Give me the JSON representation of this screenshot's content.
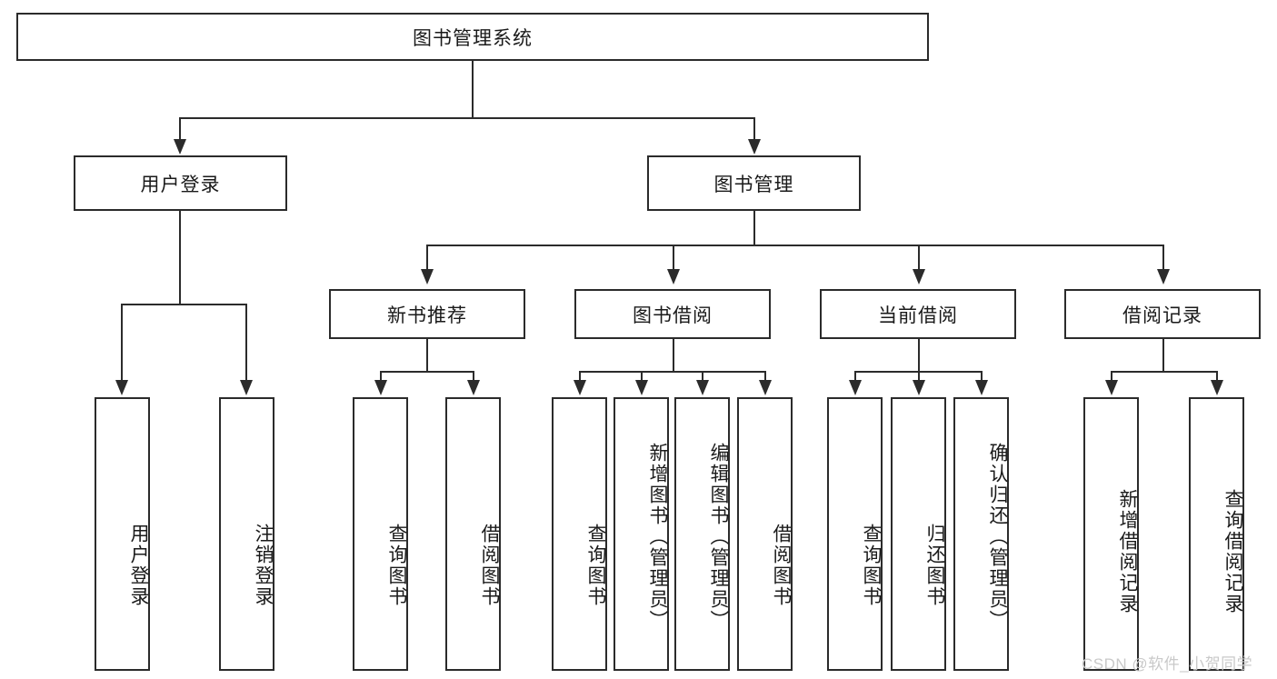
{
  "diagram": {
    "title": "图书管理系统",
    "type": "functional-structure-tree",
    "root": {
      "id": "root",
      "label": "图书管理系统"
    },
    "level2": [
      {
        "id": "user-login",
        "label": "用户登录"
      },
      {
        "id": "book-management",
        "label": "图书管理"
      }
    ],
    "level3": [
      {
        "id": "new-book-recommend",
        "label": "新书推荐",
        "parent": "book-management"
      },
      {
        "id": "book-borrow",
        "label": "图书借阅",
        "parent": "book-management"
      },
      {
        "id": "current-borrow",
        "label": "当前借阅",
        "parent": "book-management"
      },
      {
        "id": "borrow-record",
        "label": "借阅记录",
        "parent": "book-management"
      }
    ],
    "leaves": {
      "user-login": [
        {
          "id": "leaf-user-login",
          "label": "用户登录"
        },
        {
          "id": "leaf-user-logout",
          "label": "注销登录"
        }
      ],
      "new-book-recommend": [
        {
          "id": "leaf-query-book-1",
          "label": "查询图书"
        },
        {
          "id": "leaf-borrow-book-1",
          "label": "借阅图书"
        }
      ],
      "book-borrow": [
        {
          "id": "leaf-query-book-2",
          "label": "查询图书"
        },
        {
          "id": "leaf-add-book",
          "label": "新增图书（管理员）"
        },
        {
          "id": "leaf-edit-book",
          "label": "编辑图书（管理员）"
        },
        {
          "id": "leaf-borrow-book-2",
          "label": "借阅图书"
        }
      ],
      "current-borrow": [
        {
          "id": "leaf-query-book-3",
          "label": "查询图书"
        },
        {
          "id": "leaf-return-book",
          "label": "归还图书"
        },
        {
          "id": "leaf-confirm-return",
          "label": "确认归还（管理员）"
        }
      ],
      "borrow-record": [
        {
          "id": "leaf-add-record",
          "label": "新增借阅记录"
        },
        {
          "id": "leaf-query-record",
          "label": "查询借阅记录"
        }
      ]
    }
  },
  "watermark": {
    "text": "CSDN @软件_小贺同学"
  },
  "colors": {
    "stroke": "#2b2b2b",
    "fill": "#ffffff",
    "text": "#1a1a1a",
    "watermark": "#c9c9c9"
  }
}
